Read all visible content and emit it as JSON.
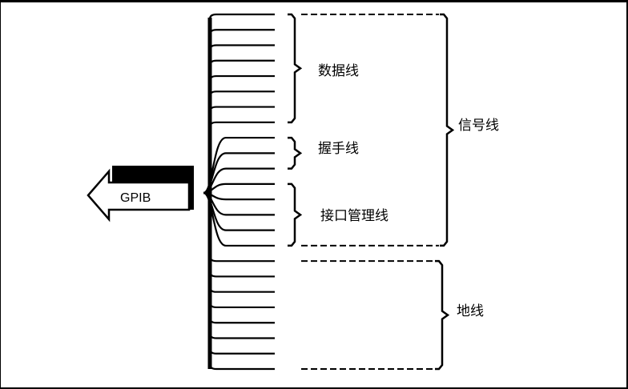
{
  "connector": {
    "label": "GPIB",
    "icon": "left-arrow-icon"
  },
  "groups": [
    {
      "id": "data",
      "label": "数据线",
      "wires": 8
    },
    {
      "id": "handshake",
      "label": "握手线",
      "wires": 3
    },
    {
      "id": "interface",
      "label": "接口管理线",
      "wires": 5
    },
    {
      "id": "ground",
      "label": "地线",
      "wires": 8
    }
  ],
  "super_groups": [
    {
      "id": "signal",
      "label": "信号线",
      "covers": [
        "data",
        "handshake",
        "interface"
      ]
    },
    {
      "id": "ground",
      "label": "地线",
      "covers": [
        "ground"
      ]
    }
  ],
  "colors": {
    "ink": "#000000",
    "background": "#ffffff"
  }
}
